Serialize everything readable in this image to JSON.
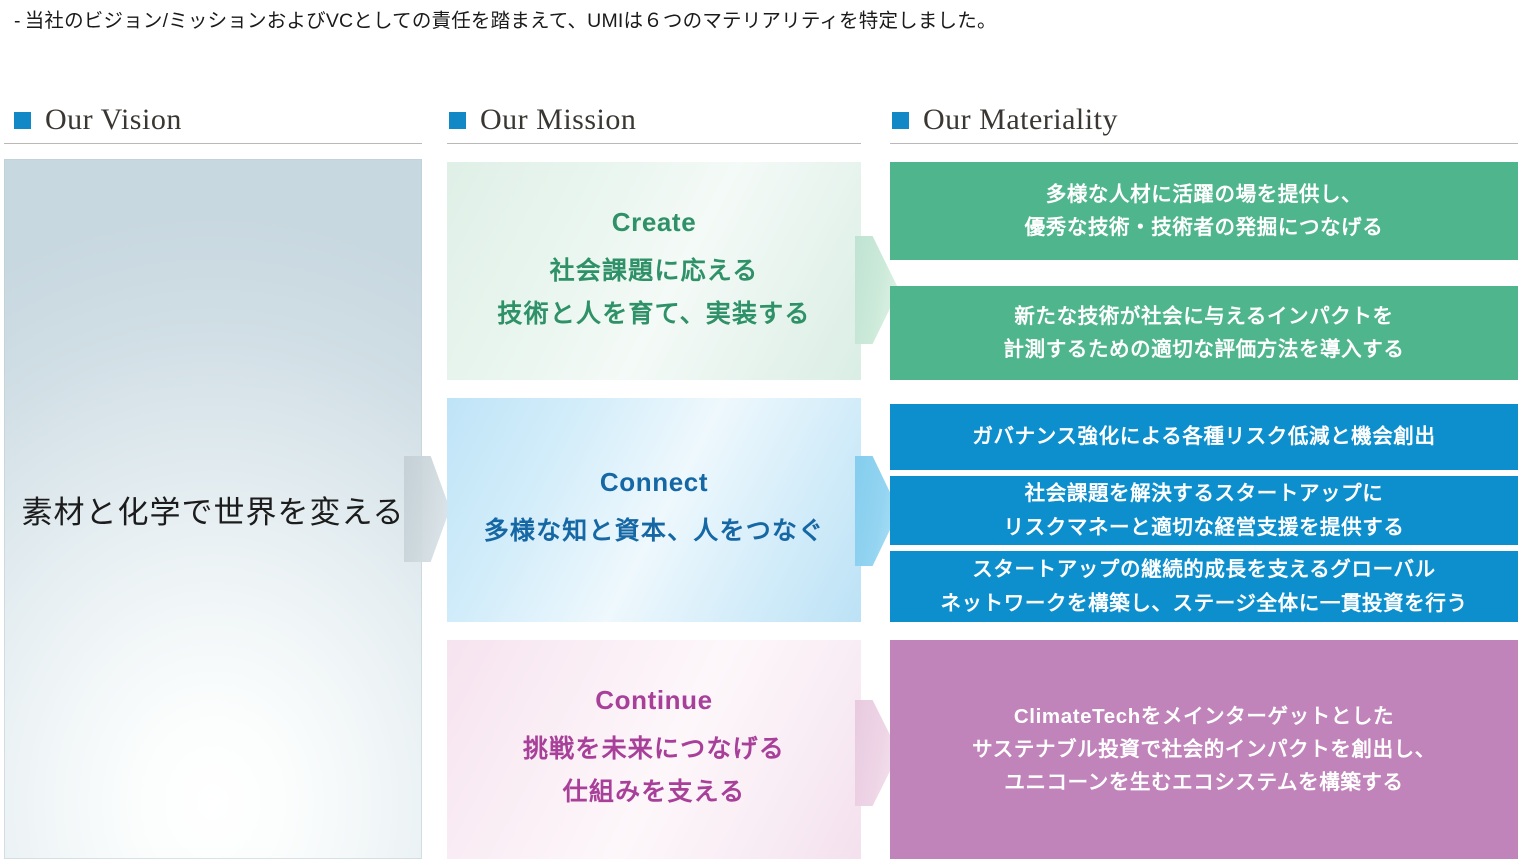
{
  "lead": {
    "dash": "-",
    "text": "当社のビジョン/ミッションおよびVCとしての責任を踏まえて、UMIは６つのマテリアリティを特定しました。"
  },
  "columns": {
    "vision_header": "Our Vision",
    "mission_header": "Our Mission",
    "materiality_header": "Our Materiality"
  },
  "vision": {
    "statement": "素材と化学で世界を変える"
  },
  "mission": {
    "blocks": [
      {
        "title": "Create",
        "line1": "社会課題に応える",
        "line2": "技術と人を育て、実装する",
        "color": "#2f9167"
      },
      {
        "title": "Connect",
        "line1": "多様な知と資本、人をつなぐ",
        "line2": "",
        "color": "#1668a5"
      },
      {
        "title": "Continue",
        "line1": "挑戦を未来につなげる",
        "line2": "仕組みを支える",
        "color": "#a8409a"
      }
    ]
  },
  "materiality": {
    "items": [
      {
        "text": "多様な人材に活躍の場を提供し、\n優秀な技術・技術者の発掘につなげる",
        "color": "#4FB58C",
        "group": "create"
      },
      {
        "text": "新たな技術が社会に与えるインパクトを\n計測するための適切な評価方法を導入する",
        "color": "#4FB58C",
        "group": "create"
      },
      {
        "text": "ガバナンス強化による各種リスク低減と機会創出",
        "color": "#0D8FCD",
        "group": "connect"
      },
      {
        "text": "社会課題を解決するスタートアップに\nリスクマネーと適切な経営支援を提供する",
        "color": "#0D8FCD",
        "group": "connect"
      },
      {
        "text": "スタートアップの継続的成長を支えるグローバル\nネットワークを構築し、ステージ全体に一貫投資を行う",
        "color": "#0D8FCD",
        "group": "connect"
      },
      {
        "text": "ClimateTechをメインターゲットとした\nサステナブル投資で社会的インパクトを創出し、\nユニコーンを生むエコシステムを構築する",
        "color": "#C083BA",
        "group": "continue"
      }
    ]
  },
  "theme": {
    "bullet_color": "#1289c6",
    "rule_color": "#b9b9b9"
  }
}
